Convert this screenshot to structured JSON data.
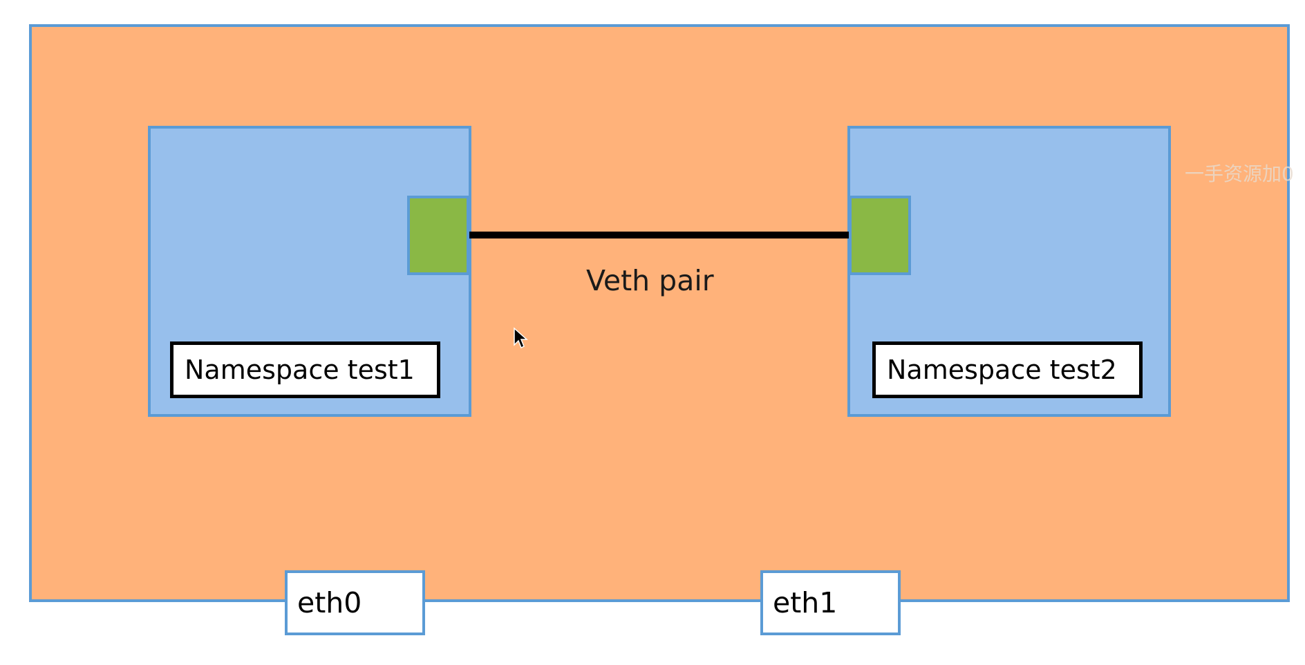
{
  "diagram": {
    "veth_label": "Veth pair",
    "namespaces": [
      {
        "label": "Namespace test1"
      },
      {
        "label": "Namespace test2"
      }
    ],
    "interfaces": [
      {
        "label": "eth0"
      },
      {
        "label": "eth1"
      }
    ],
    "watermark": "一手资源加0",
    "colors": {
      "host": "#FFB27A",
      "namespace": "#97BFEC",
      "border": "#5B9BD5",
      "veth_end": "#8AB845",
      "link": "#000000"
    },
    "icons": [
      "mouse-pointer-icon"
    ]
  }
}
